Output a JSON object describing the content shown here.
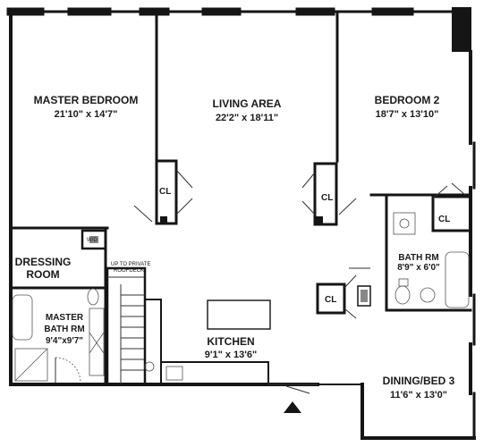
{
  "rooms": {
    "master_bedroom": {
      "name": "MASTER BEDROOM",
      "dims": "21'10\" x 14'7\""
    },
    "living_area": {
      "name": "LIVING AREA",
      "dims": "22'2\" x 18'11\""
    },
    "bedroom_2": {
      "name": "BEDROOM 2",
      "dims": "18'7\" x 13'10\""
    },
    "dressing_room": {
      "name_line1": "DRESSING",
      "name_line2": "ROOM"
    },
    "master_bath": {
      "name_line1": "MASTER",
      "name_line2": "BATH RM",
      "dims": "9'4\"x9'7\""
    },
    "kitchen": {
      "name": "KITCHEN",
      "dims": "9'1\" x 13'6\""
    },
    "bath_rm": {
      "name": "BATH RM",
      "dims": "8'9\" x 6'0\""
    },
    "dining_bed_3": {
      "name": "DINING/BED 3",
      "dims": "11'6\" x 13'0\""
    }
  },
  "closet_label": "CL",
  "wd_label": "W/D",
  "stair_note_line1": "UP TO PRIVATE",
  "stair_note_line2": "ROOFDECK"
}
